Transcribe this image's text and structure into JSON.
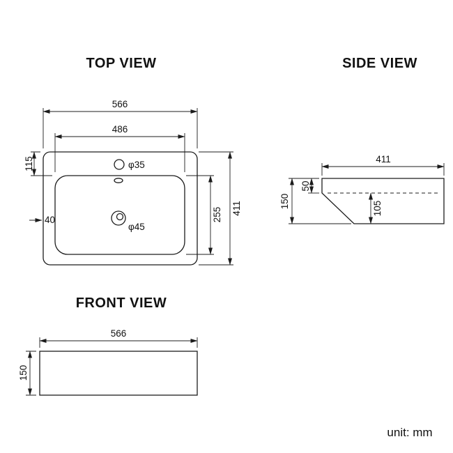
{
  "colors": {
    "ink": "#1c1c1c",
    "background": "#ffffff"
  },
  "unit_label": "unit: mm",
  "top_view": {
    "title": "TOP VIEW",
    "dim_outer_width": "566",
    "dim_inner_width": "486",
    "dim_rim_top": "115",
    "dim_rim_left": "40",
    "dim_inner_height": "255",
    "dim_outer_height": "411",
    "label_faucet_hole": "φ35",
    "label_drain_hole": "φ45"
  },
  "side_view": {
    "title": "SIDE VIEW",
    "dim_depth": "411",
    "dim_rim_thickness": "50",
    "dim_total_height": "150",
    "dim_bowl_depth": "105"
  },
  "front_view": {
    "title": "FRONT VIEW",
    "dim_width": "566",
    "dim_height": "150"
  }
}
